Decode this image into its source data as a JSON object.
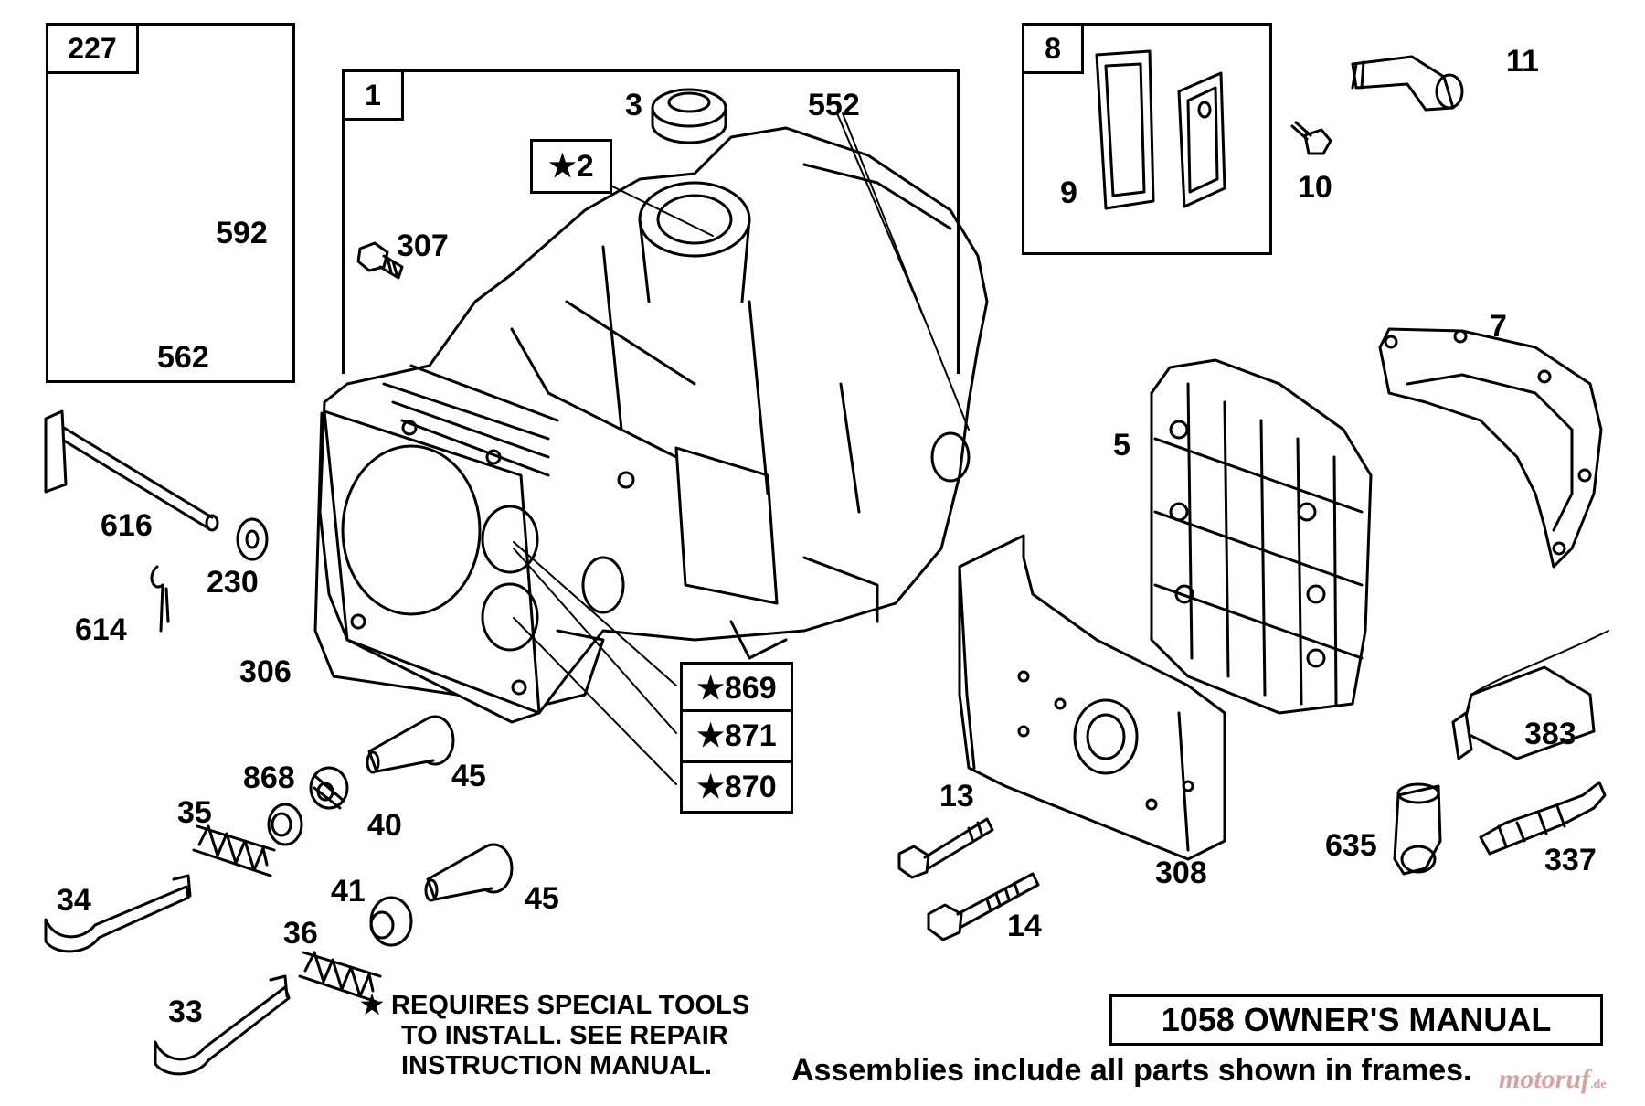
{
  "frames": {
    "f227": "227",
    "f1": "1",
    "f8": "8"
  },
  "labels": {
    "p3": "3",
    "p552": "552",
    "p11": "11",
    "p10": "10",
    "p9": "9",
    "p592": "592",
    "p562": "562",
    "p307": "307",
    "p7": "7",
    "p5": "5",
    "p616": "616",
    "p230": "230",
    "p614": "614",
    "p306": "306",
    "p383": "383",
    "p868": "868",
    "p35": "35",
    "p40": "40",
    "p45a": "45",
    "p45b": "45",
    "p34": "34",
    "p41": "41",
    "p36": "36",
    "p33": "33",
    "p13": "13",
    "p14": "14",
    "p308": "308",
    "p635": "635",
    "p337": "337"
  },
  "star_tags": {
    "s2": "★2",
    "s869": "★869",
    "s871": "★871",
    "s870": "★870"
  },
  "notes": {
    "star_line1": "★ REQUIRES SPECIAL TOOLS",
    "star_line2": "TO INSTALL.  SEE REPAIR",
    "star_line3": "INSTRUCTION MANUAL.",
    "owners_manual": "1058 OWNER'S MANUAL",
    "assemblies": "Assemblies include all parts shown in frames."
  },
  "watermark": {
    "brand": "motoruf",
    "tld": ".de"
  }
}
